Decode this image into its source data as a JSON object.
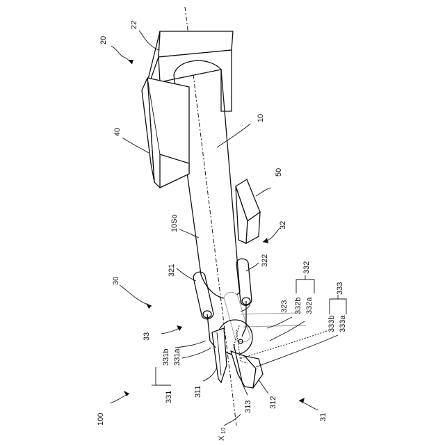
{
  "figure": {
    "labels": {
      "l100": "100",
      "l20": "20",
      "l22": "22",
      "l40": "40",
      "l10": "10",
      "l50": "50",
      "l10So": "10So",
      "l32": "32",
      "l30": "30",
      "l321": "321",
      "l322": "322",
      "l323": "323",
      "l332": "332",
      "l332b": "332b",
      "l332a": "332a",
      "l333": "333",
      "l333b": "333b",
      "l333a": "333a",
      "l33": "33",
      "l331b": "331b",
      "l331a": "331a",
      "l331": "331",
      "l311": "311",
      "l313": "313",
      "l312": "312",
      "l31": "31",
      "lX10": "X",
      "lX10sub": "10"
    }
  }
}
